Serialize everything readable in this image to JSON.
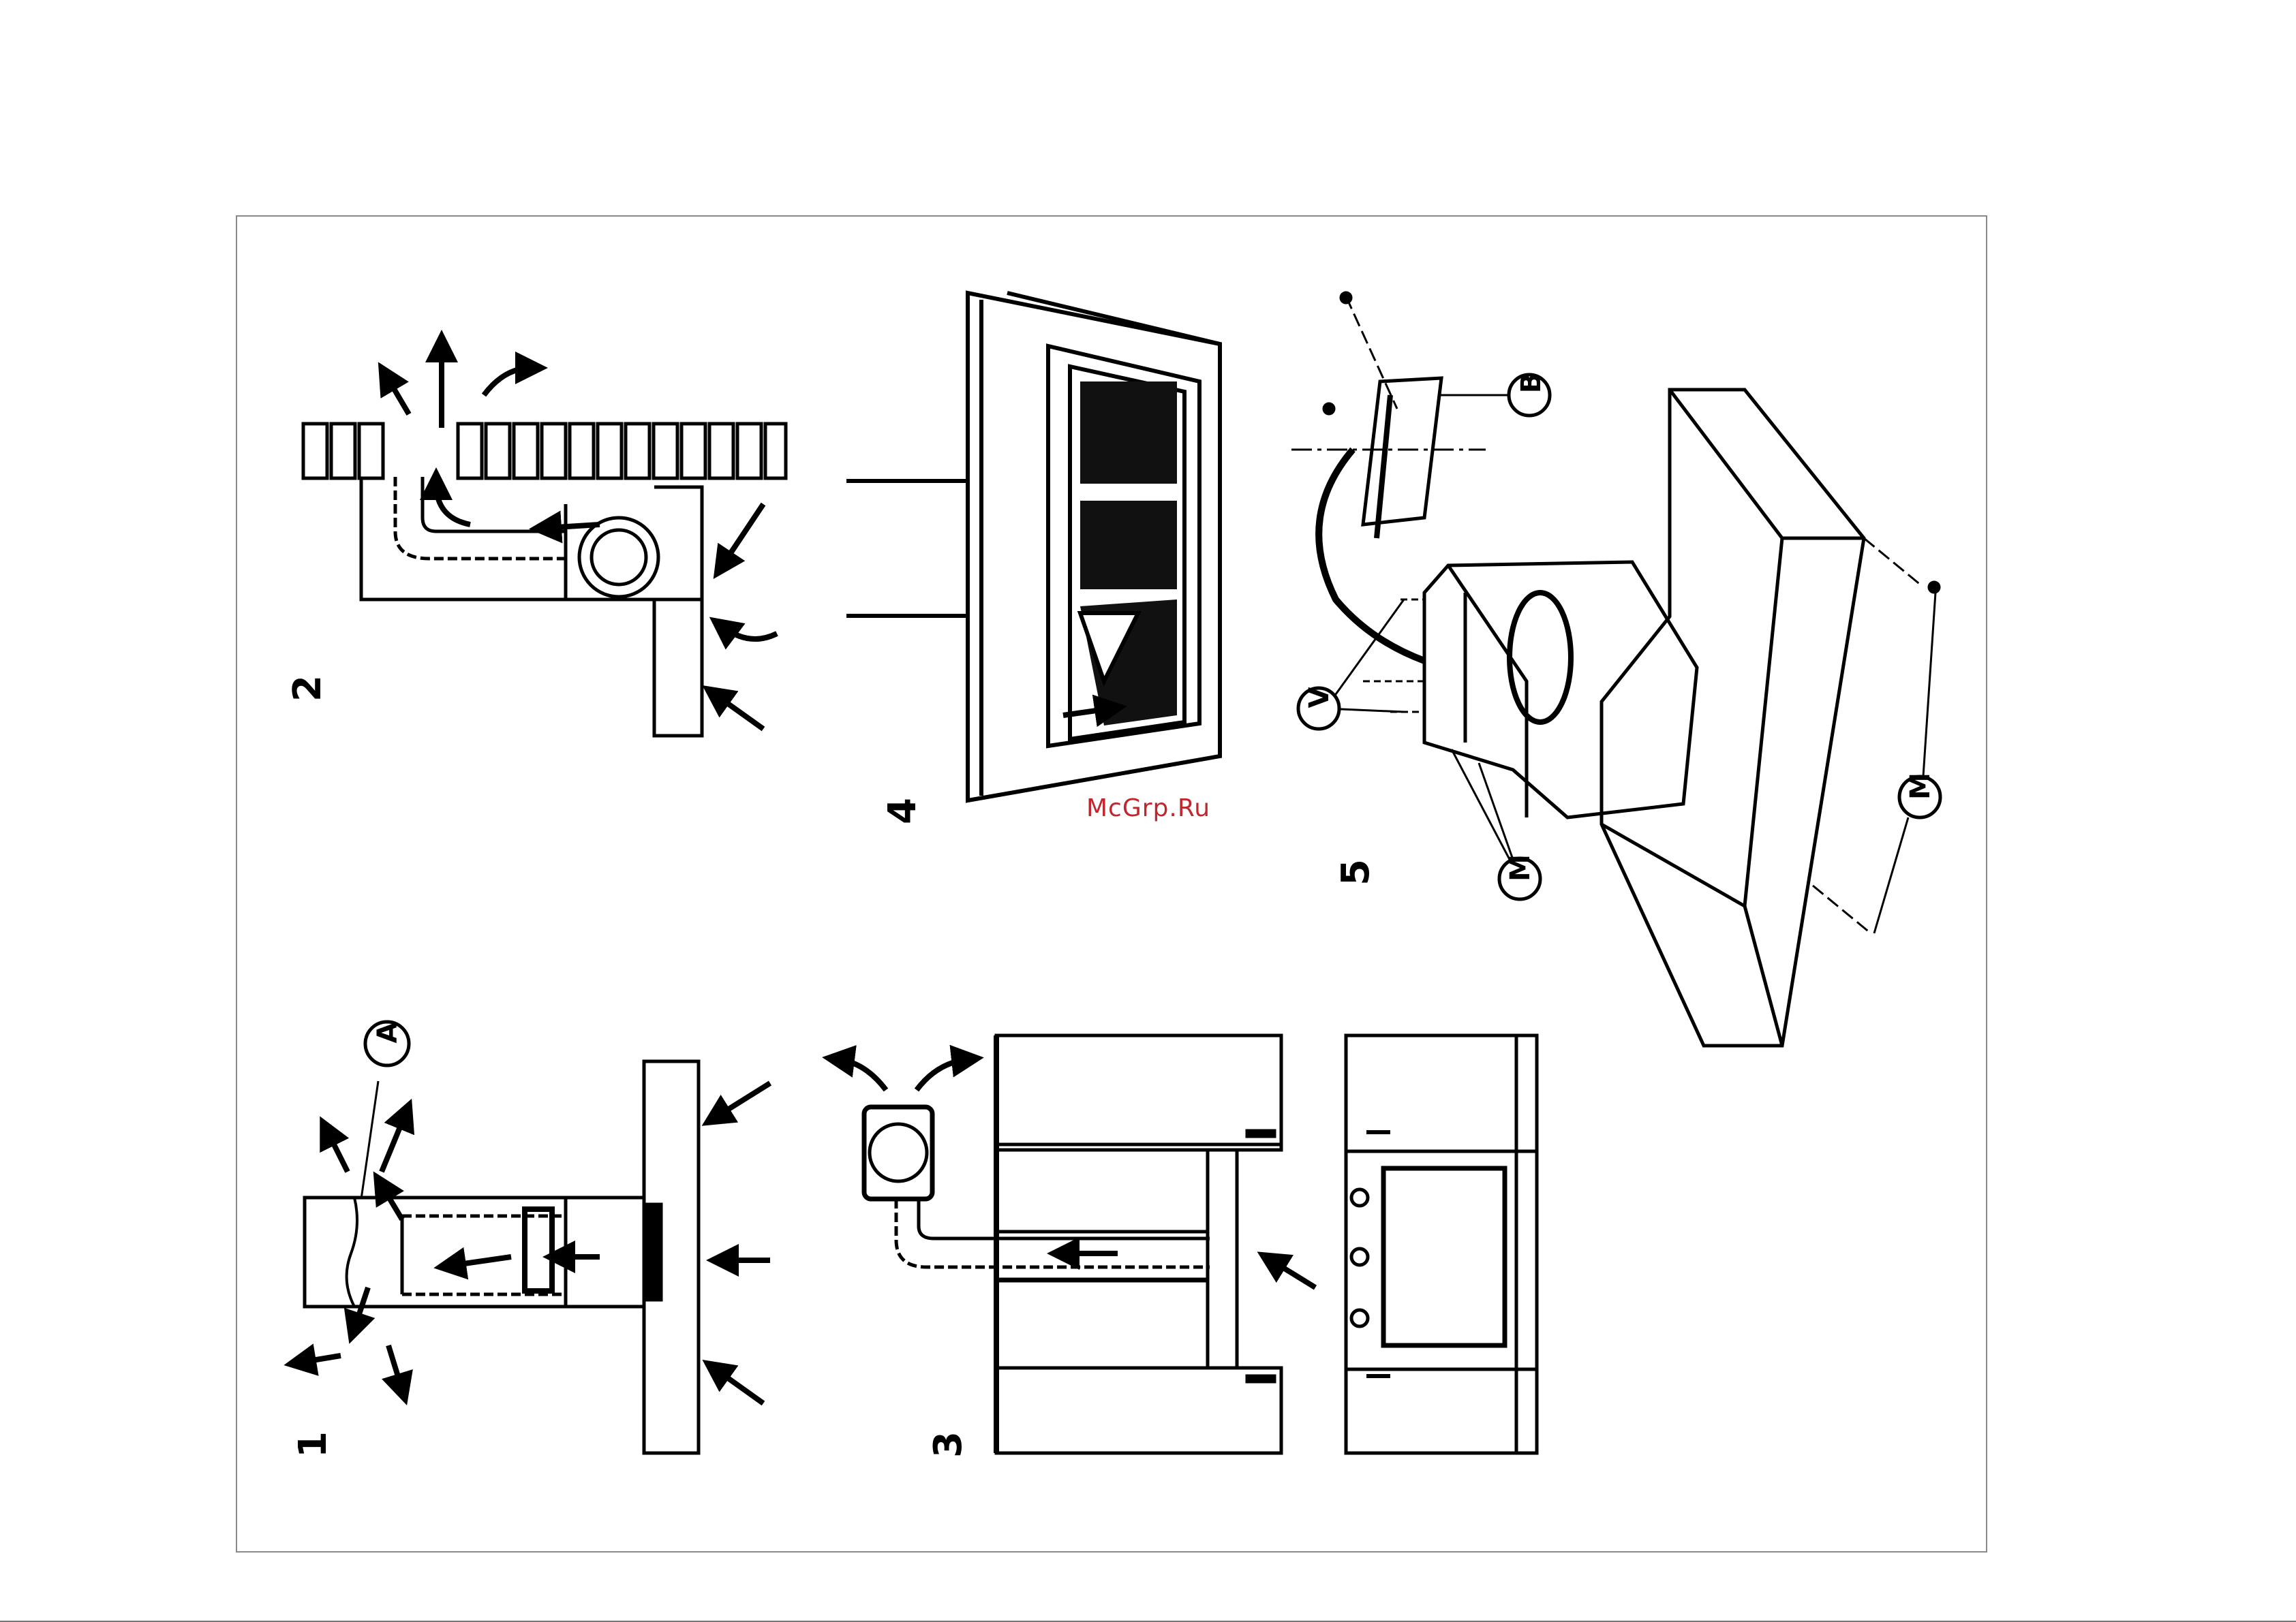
{
  "figures": {
    "fig1": {
      "number": "1",
      "callout_a": "A"
    },
    "fig2": {
      "number": "2"
    },
    "fig3": {
      "number": "3"
    },
    "fig4": {
      "number": "4"
    },
    "fig5": {
      "number": "5",
      "callout_b": "B",
      "callout_v": "V",
      "callout_m1": "M",
      "callout_m2": "M"
    }
  },
  "watermark": "McGrp.Ru"
}
